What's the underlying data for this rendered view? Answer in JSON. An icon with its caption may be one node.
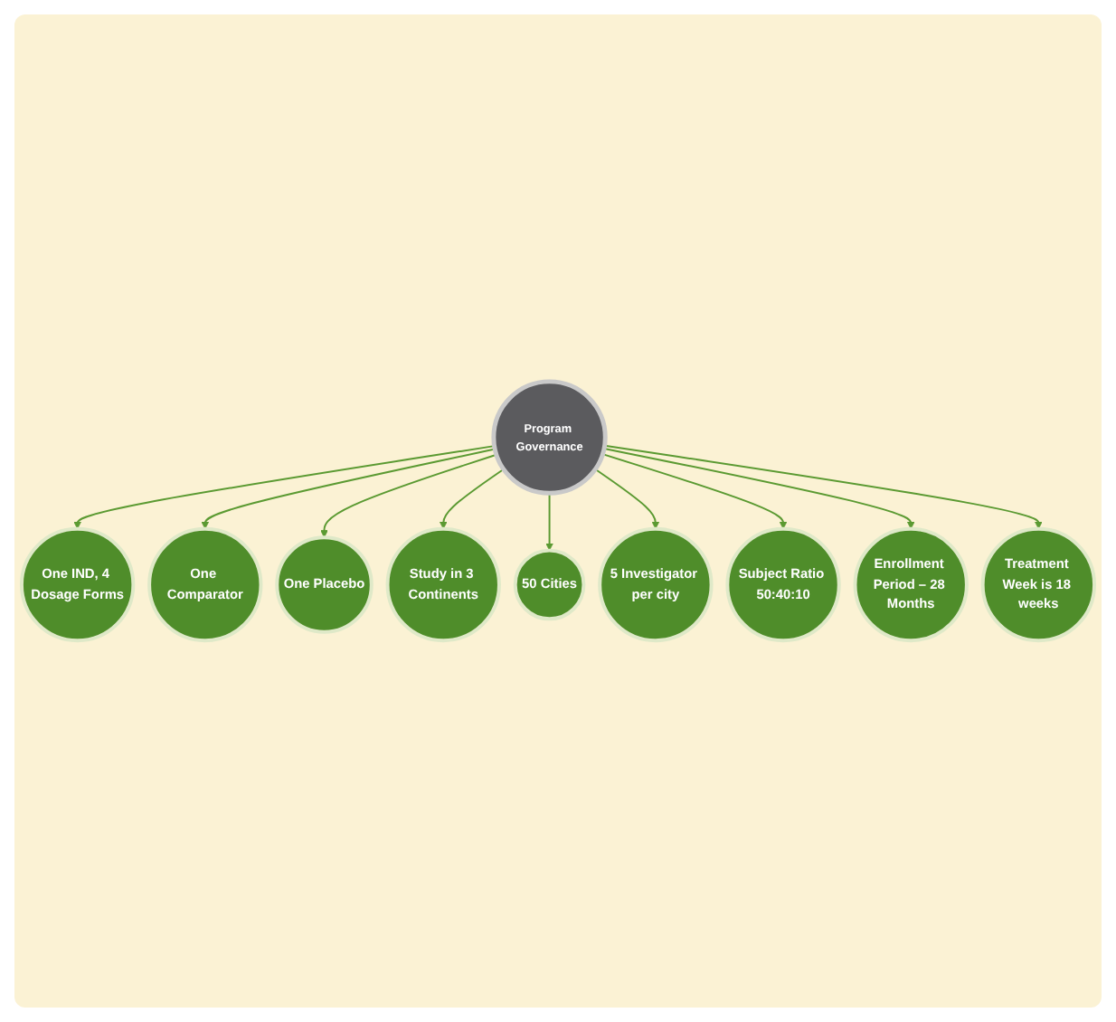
{
  "diagram": {
    "nodes": [
      {
        "text": [
          "Program Governance"
        ]
      },
      {
        "text": [
          "One IND, 4 Dosage Forms"
        ]
      },
      {
        "text": [
          "One Comparator"
        ]
      },
      {
        "text": [
          "One Placebo"
        ]
      },
      {
        "text": [
          "Study in 3 Continents"
        ]
      },
      {
        "text": [
          "50 Cities"
        ]
      },
      {
        "text": [
          "5 Investigator per city"
        ]
      },
      {
        "text": [
          "Subject Ratio 50:40:10"
        ]
      },
      {
        "text": [
          "Enrollment Period – 28 Months"
        ]
      },
      {
        "text": [
          "Treatment Week is 18 weeks"
        ]
      }
    ],
    "edges": [
      {
        "from": 0,
        "to": 1,
        "arrow": "to"
      },
      {
        "from": 0,
        "to": 2,
        "arrow": "to"
      },
      {
        "from": 0,
        "to": 3,
        "arrow": "to"
      },
      {
        "from": 0,
        "to": 4,
        "arrow": "to"
      },
      {
        "from": 0,
        "to": 5,
        "arrow": "to"
      },
      {
        "from": 0,
        "to": 6,
        "arrow": "to"
      },
      {
        "from": 0,
        "to": 7,
        "arrow": "to"
      },
      {
        "from": 0,
        "to": 8,
        "arrow": "to"
      },
      {
        "from": 0,
        "to": 9,
        "arrow": "to"
      }
    ]
  }
}
